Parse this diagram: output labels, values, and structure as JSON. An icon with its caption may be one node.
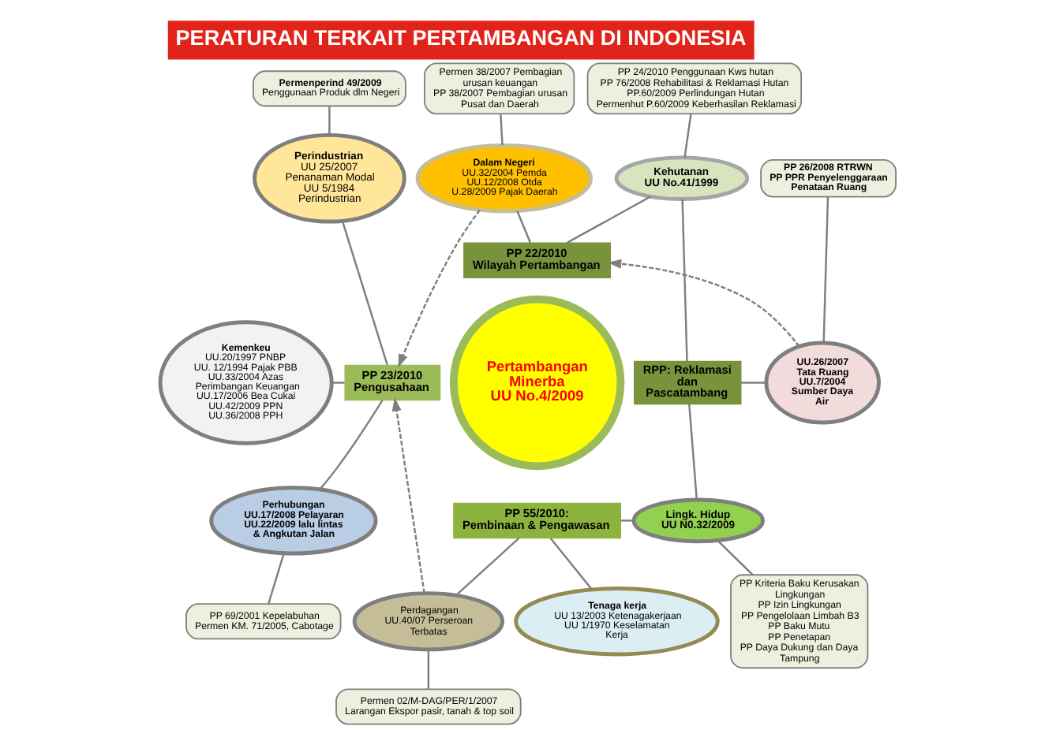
{
  "diagram": {
    "title": "PERATURAN TERKAIT PERTAMBANGAN DI INDONESIA",
    "nodes": [
      {
        "text": [
          "Permenperind 49/2009",
          "Penggunaan Produk dlm Negeri"
        ]
      },
      {
        "text": [
          "Dalam Negeri",
          "UU.32/2004 Pemda",
          "UU.12/2008 Otda",
          "U.28/2009 Pajak Daerah"
        ]
      },
      {
        "text": [
          "Permen 38/2007 Pembagian urusan keuangan",
          "PP 38/2007 Pembagian urusan Pusat dan Daerah"
        ]
      },
      {
        "text": [
          "PP 24/2010 Penggunaan Kws hutan",
          "PP 76/2008 Rehabilitasi & Reklamasi Hutan",
          "PP.60/2009 Perlindungan Hutan",
          "Permenhut P.60/2009 Keberhasilan Reklamasi"
        ]
      },
      {
        "text": [
          "Perindustrian",
          "UU 25/2007 Penanaman Modal",
          "UU 5/1984 Perindustrian"
        ]
      },
      {
        "text": [
          "Kehutanan",
          "UU No.41/1999"
        ]
      },
      {
        "text": [
          "PP 22/2010",
          "Wilayah Pertambangan"
        ]
      },
      {
        "text": [
          "PP 26/2008 RTRWN",
          "PP PPR Penyelenggaraan Penataan Ruang"
        ]
      },
      {
        "text": [
          "Kemenkeu",
          "UU.20/1997 PNBP",
          "UU. 12/1994 Pajak PBB",
          "UU.33/2004 Azas Perimbangan Keuangan",
          "UU.17/2006 Bea Cukai",
          "UU.42/2009 PPN",
          "UU.36/2008 PPH"
        ]
      },
      {
        "text": [
          "PP 23/2010",
          "Pengusahaan"
        ]
      },
      {
        "text": [
          "Pertambangan Minerba",
          "UU No.4/2009"
        ]
      },
      {
        "text": [
          "RPP: Reklamasi dan Pascatambang"
        ]
      },
      {
        "text": [
          "UU.26/2007 Tata Ruang",
          "UU.7/2004 Sumber Daya Air"
        ]
      },
      {
        "text": [
          "PP 55/2010:",
          "Pembinaan & Pengawasan"
        ]
      },
      {
        "text": [
          "Perhubungan",
          "UU.17/2008 Pelayaran",
          "UU.22/2009 lalu lintas & Angkutan Jalan"
        ]
      },
      {
        "text": [
          "Lingk. Hidup",
          "UU N0.32/2009"
        ]
      },
      {
        "text": [
          "PP Kriteria Baku Kerusakan Lingkungan",
          "PP Izin Lingkungan",
          "PP Pengelolaan Limbah B3",
          "PP Baku Mutu",
          "PP Penetapan",
          "PP Daya Dukung dan Daya Tampung"
        ]
      },
      {
        "text": [
          "Perdagangan",
          "UU.40/07 Perseroan Terbatas"
        ]
      },
      {
        "text": [
          "Tenaga kerja",
          "UU 13/2003 Ketenagakerjaan",
          "UU 1/1970 Keselamatan Kerja"
        ]
      },
      {
        "text": [
          "PP 69/2001 Kepelabuhan",
          "Permen KM. 71/2005, Cabotage"
        ]
      },
      {
        "text": [
          "Permen 02/M-DAG/PER/1/2007",
          "Larangan Ekspor pasir, tanah & top soil"
        ]
      }
    ],
    "edges": [
      {
        "from": 0,
        "to": 4,
        "arrow": "none"
      },
      {
        "from": 4,
        "to": 9,
        "arrow": "none"
      },
      {
        "from": 2,
        "to": 1,
        "arrow": "none"
      },
      {
        "from": 1,
        "to": 6,
        "arrow": "none"
      },
      {
        "from": 3,
        "to": 5,
        "arrow": "none"
      },
      {
        "from": 5,
        "to": 6,
        "arrow": "none"
      },
      {
        "from": 5,
        "to": 11,
        "arrow": "none"
      },
      {
        "from": 7,
        "to": 12,
        "arrow": "none"
      },
      {
        "from": 8,
        "to": 9,
        "arrow": "none"
      },
      {
        "from": 11,
        "to": 12,
        "arrow": "none"
      },
      {
        "from": 1,
        "to": 9,
        "arrow": "to",
        "style": "dashed"
      },
      {
        "from": 12,
        "to": 6,
        "arrow": "to",
        "style": "dashed"
      },
      {
        "from": 9,
        "to": 14,
        "arrow": "none"
      },
      {
        "from": 11,
        "to": 15,
        "arrow": "none"
      },
      {
        "from": 13,
        "to": 15,
        "arrow": "none"
      },
      {
        "from": 15,
        "to": 16,
        "arrow": "none"
      },
      {
        "from": 13,
        "to": 17,
        "arrow": "none"
      },
      {
        "from": 13,
        "to": 18,
        "arrow": "none"
      },
      {
        "from": 17,
        "to": 9,
        "arrow": "to",
        "style": "dashed"
      },
      {
        "from": 14,
        "to": 19,
        "arrow": "none"
      },
      {
        "from": 17,
        "to": 20,
        "arrow": "none"
      }
    ]
  }
}
